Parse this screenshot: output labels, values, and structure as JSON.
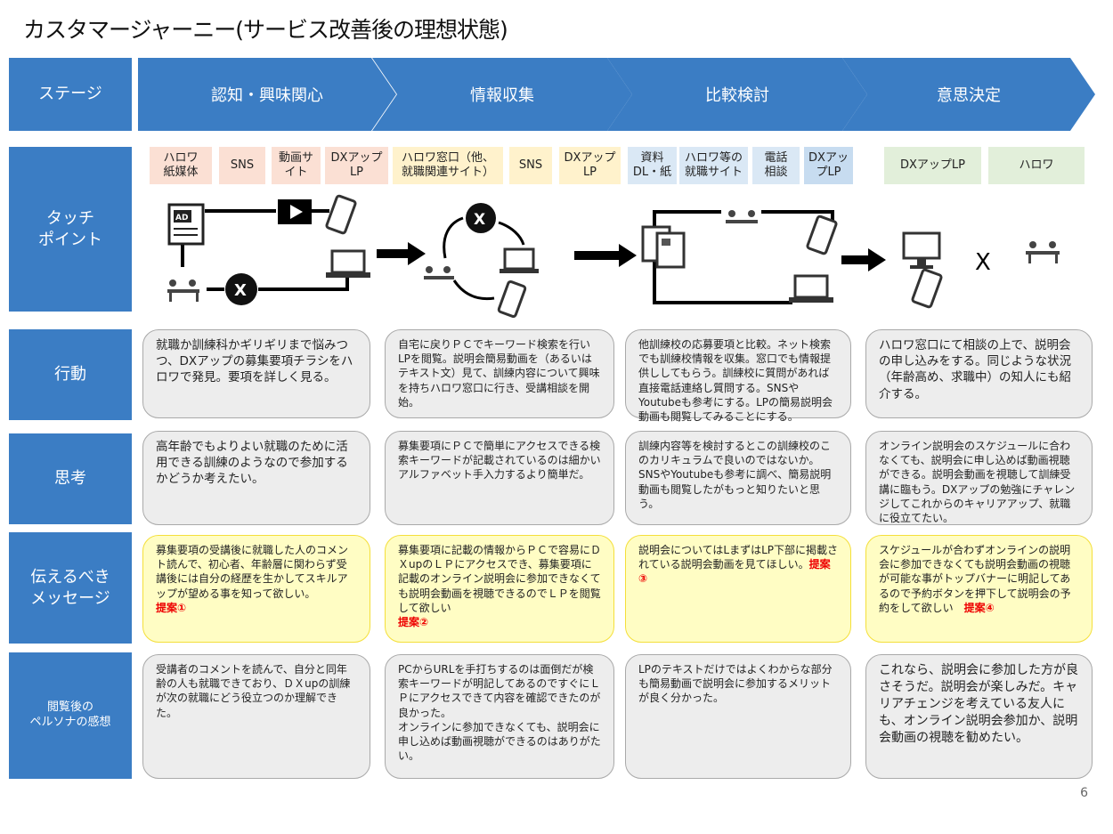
{
  "title": "カスタマージャーニー(サービス改善後の理想状態)",
  "row_labels": {
    "stage": "ステージ",
    "touch": "タッチ\nポイント",
    "action": "行動",
    "thought": "思考",
    "message": "伝えるべき\nメッセージ",
    "impression": "閲覧後の\nペルソナの感想"
  },
  "stages": [
    "認知・興味関心",
    "情報収集",
    "比較検討",
    "意思決定"
  ],
  "touchpoints": [
    {
      "label": "ハロワ\n紙媒体",
      "color": "#fbe0d4"
    },
    {
      "label": "SNS",
      "color": "#fbe0d4"
    },
    {
      "label": "動画サ\nイト",
      "color": "#fbe0d4"
    },
    {
      "label": "DXアップ\nLP",
      "color": "#fbe0d4"
    },
    {
      "label": "ハロワ窓口（他、\n就職関連サイト）",
      "color": "#fff2cc"
    },
    {
      "label": "SNS",
      "color": "#fff2cc"
    },
    {
      "label": "DXアップ\nLP",
      "color": "#fff2cc"
    },
    {
      "label": "資料\nDL・紙",
      "color": "#dae8f5"
    },
    {
      "label": "ハロワ等の\n就職サイト",
      "color": "#dae8f5"
    },
    {
      "label": "電話\n相談",
      "color": "#dae8f5"
    },
    {
      "label": "DXアッ\nプLP",
      "color": "#c7dcf0"
    },
    {
      "label": "DXアップLP",
      "color": "#e2efda"
    },
    {
      "label": "ハロワ",
      "color": "#e2efda"
    }
  ],
  "actions": [
    "就職か訓練科かギリギリまで悩みつつ、DXアップの募集要項チラシをハロワで発見。要項を詳しく見る。",
    "自宅に戻りＰＣでキーワード検索を行いLPを閲覧。説明会簡易動画を（あるいはテキスト文）見て、訓練内容について興味を持ちハロワ窓口に行き、受講相談を開始。",
    "他訓練校の応募要項と比較。ネット検索でも訓練校情報を収集。窓口でも情報提供ししてもらう。訓練校に質問があれば直接電話連絡し質問する。SNSやYoutubeも参考にする。LPの簡易説明会動画も閲覧してみることにする。",
    "ハロワ窓口にて相談の上で、説明会の申し込みをする。同じような状況（年齢高め、求職中）の知人にも紹介する。"
  ],
  "thoughts": [
    "高年齢でもよりよい就職のために活用できる訓練のようなので参加するかどうか考えたい。",
    "募集要項にＰＣで簡単にアクセスできる検索キーワードが記載されているのは細かいアルファベット手入力するより簡単だ。",
    "訓練内容等を検討するとこの訓練校のこのカリキュラムで良いのではないか。SNSやYoutubeも参考に調べ、簡易説明動画も閲覧したがもっと知りたいと思う。",
    "オンライン説明会のスケジュールに合わなくても、説明会に申し込めば動画視聴ができる。説明会動画を視聴して訓練受講に臨もう。DXアップの勉強にチャレンジしてこれからのキャリアアップ、就職に役立てたい。"
  ],
  "messages": [
    {
      "text": "募集要項の受講後に就職した人のコメント読んで、初心者、年齢層に関わらず受講後には自分の経歴を生かしてスキルアップが望める事を知って欲しい。",
      "tag": "提案①"
    },
    {
      "text": "募集要項に記載の情報からＰＣで容易にＤＸupのＬＰにアクセスでき、募集要項に記載のオンライン説明会に参加できなくても説明会動画を視聴できるのでＬＰを閲覧して欲しい",
      "tag": "提案②"
    },
    {
      "text": "説明会についてはLまずはLP下部に掲載されている説明会動画を見てほしい。",
      "tag": "提案③"
    },
    {
      "text": "スケジュールが合わずオンラインの説明会に参加できなくても説明会動画の視聴が可能な事がトップバナーに明記してあるので予約ボタンを押下して説明会の予約をして欲しい　",
      "tag": "提案④"
    }
  ],
  "impressions": [
    "受講者のコメントを読んで、自分と同年齢の人も就職できており、ＤＸupの訓練が次の就職にどう役立つのか理解できた。",
    "PCからURLを手打ちするのは面倒だが検索キーワードが明記してあるのですぐにＬＰにアクセスできて内容を確認できたのが良かった。\nオンラインに参加できなくても、説明会に申し込めば動画視聴ができるのはありがたい。",
    "LPのテキストだけではよくわからな部分も簡易動画で説明会に参加するメリットが良く分かった。",
    "これなら、説明会に参加した方が良さそうだ。説明会が楽しみだ。キャリアチェンジを考えている友人にも、オンライン説明会参加か、説明会動画の視聴を勧めたい。"
  ],
  "icons": {
    "ad": "AD",
    "x_mark": "X"
  },
  "page_number": "6",
  "colors": {
    "stage_blue": "#3b7dc4",
    "proposal_red": "#e00000"
  }
}
